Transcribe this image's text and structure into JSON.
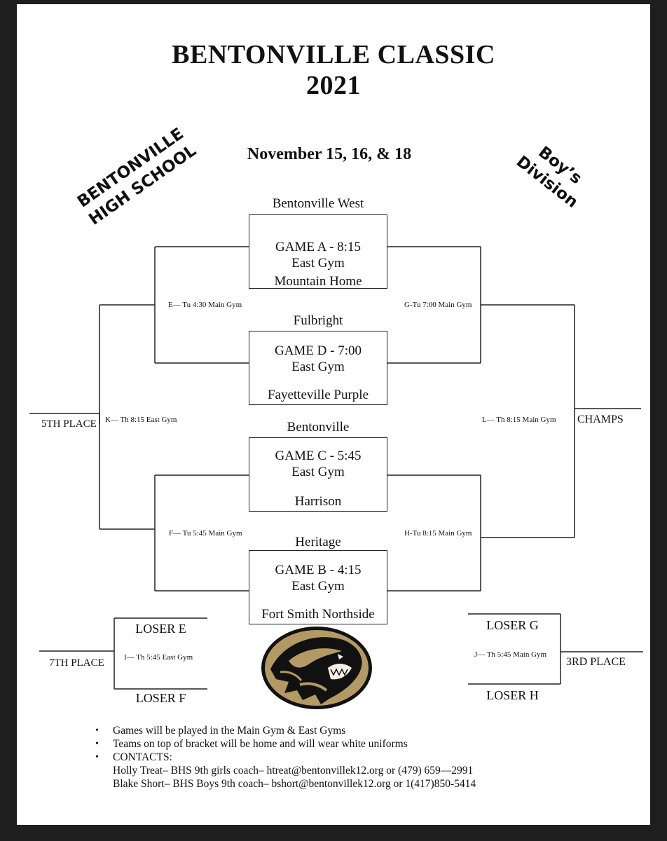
{
  "header": {
    "title_line1": "BENTONVILLE CLASSIC",
    "title_line2": "2021",
    "dates": "November 15, 16, & 18",
    "school_line1": "BENTONVILLE",
    "school_line2": "HIGH SCHOOL",
    "division_line1": "Boy’s",
    "division_line2": "Division"
  },
  "games": {
    "a": {
      "top_team": "Bentonville West",
      "line1": "GAME A -  8:15",
      "line2": "East Gym",
      "bottom_team": "Mountain Home"
    },
    "d": {
      "top_team": "Fulbright",
      "line1": "GAME D - 7:00",
      "line2": "East Gym",
      "bottom_team": "Fayetteville Purple"
    },
    "c": {
      "top_team": "Bentonville",
      "line1": "GAME C -  5:45",
      "line2": "East Gym",
      "bottom_team": "Harrison"
    },
    "b": {
      "top_team": "Heritage",
      "line1": "GAME B -  4:15",
      "line2": "East Gym",
      "bottom_team": "Fort Smith Northside"
    }
  },
  "slots": {
    "e": "E— Tu 4:30 Main Gym",
    "g": "G-Tu 7:00 Main Gym",
    "k": "K— Th 8:15 East Gym",
    "l": "L— Th 8:15  Main Gym",
    "f": "F— Tu 5:45 Main Gym",
    "h": "H-Tu  8:15 Main Gym",
    "i": "I— Th 5:45 East Gym",
    "j": "J— Th 5:45 Main Gym"
  },
  "places": {
    "fifth": "5TH PLACE",
    "champs": "CHAMPS",
    "seventh": "7TH PLACE",
    "third": "3RD PLACE"
  },
  "consolation": {
    "loser_e": "LOSER E",
    "loser_f": "LOSER F",
    "loser_g": "LOSER G",
    "loser_h": "LOSER H"
  },
  "logo": {
    "icon": "tiger-head-logo",
    "colors": {
      "gold": "#b39a64",
      "black": "#111111"
    }
  },
  "notes": {
    "bullet1": "Games will be played in the Main Gym & East Gyms",
    "bullet2": "Teams on top of bracket will be home and will wear white uniforms",
    "bullet3": "CONTACTS:",
    "contact1": "Holly Treat– BHS 9th girls coach– htreat@bentonvillek12.org or (479) 659—2991",
    "contact2": "Blake Short– BHS Boys 9th coach– bshort@bentonvillek12.org or 1(417)850-5414"
  }
}
